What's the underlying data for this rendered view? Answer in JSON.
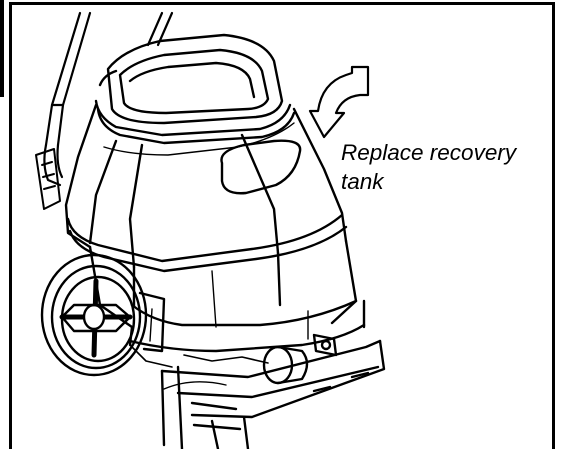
{
  "instruction": {
    "line1": "Replace recovery",
    "line2": "tank"
  },
  "icons": {
    "arrow": "curved-down-arrow-icon",
    "machine": "carpet-extractor-illustration"
  },
  "colors": {
    "line": "#000000",
    "background": "#ffffff"
  }
}
